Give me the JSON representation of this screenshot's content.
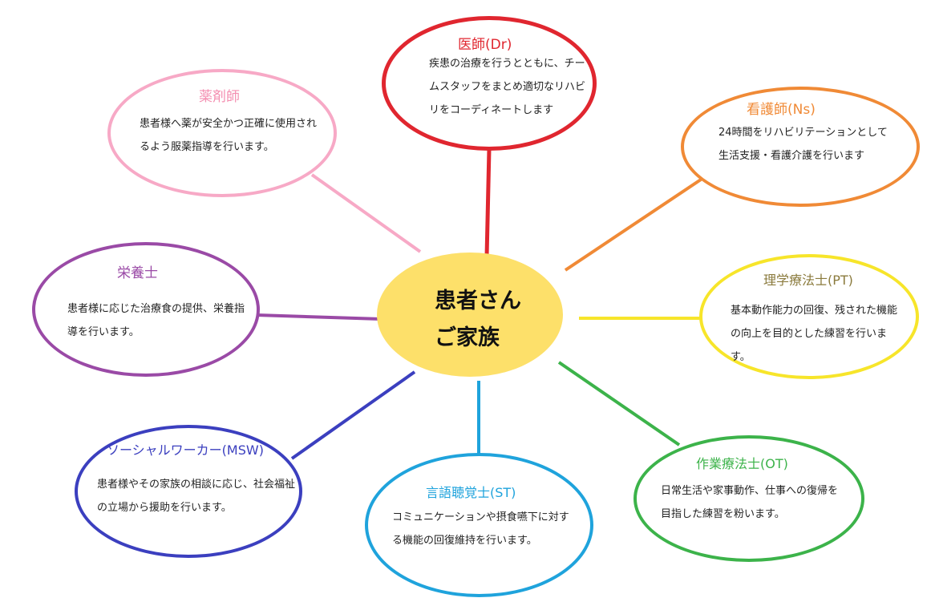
{
  "center": {
    "line1": "患者さん",
    "line2": "ご家族",
    "color": "#fde06a"
  },
  "nodes": [
    {
      "id": "dr",
      "title": "医師(Dr)",
      "desc": "疾患の治療を行うとともに、チームスタッフをまとめ適切なリハビリをコーディネートします",
      "color": "#e0262f"
    },
    {
      "id": "ns",
      "title": "看護師(Ns)",
      "desc": "24時間をリハビリテーションとして生活支援・看護介護を行います",
      "color": "#f08a36"
    },
    {
      "id": "pt",
      "title": "理学療法士(PT)",
      "desc": "基本動作能力の回復、残された機能の向上を目的とした練習を行います。",
      "color": "#f7e52a"
    },
    {
      "id": "ot",
      "title": "作業療法士(OT)",
      "desc": "日常生活や家事動作、仕事への復帰を目指した練習を粉います。",
      "color": "#3cb34a"
    },
    {
      "id": "st",
      "title": "言語聴覚士(ST)",
      "desc": "コミュニケーションや摂食嚥下に対する機能の回復維持を行います。",
      "color": "#1fa3dc"
    },
    {
      "id": "msw",
      "title": "ソーシャルワーカー(MSW)",
      "desc": "患者様やその家族の相談に応じ、社会福祉の立場から援助を行います。",
      "color": "#3b3fbf"
    },
    {
      "id": "diet",
      "title": "栄養士",
      "desc": "患者様に応じた治療食の提供、栄養指導を行います。",
      "color": "#9a4aa6"
    },
    {
      "id": "ph",
      "title": "薬剤師",
      "desc": "患者様へ薬が安全かつ正確に使用されるよう服薬指導を行います。",
      "color": "#f7a9c6"
    }
  ]
}
